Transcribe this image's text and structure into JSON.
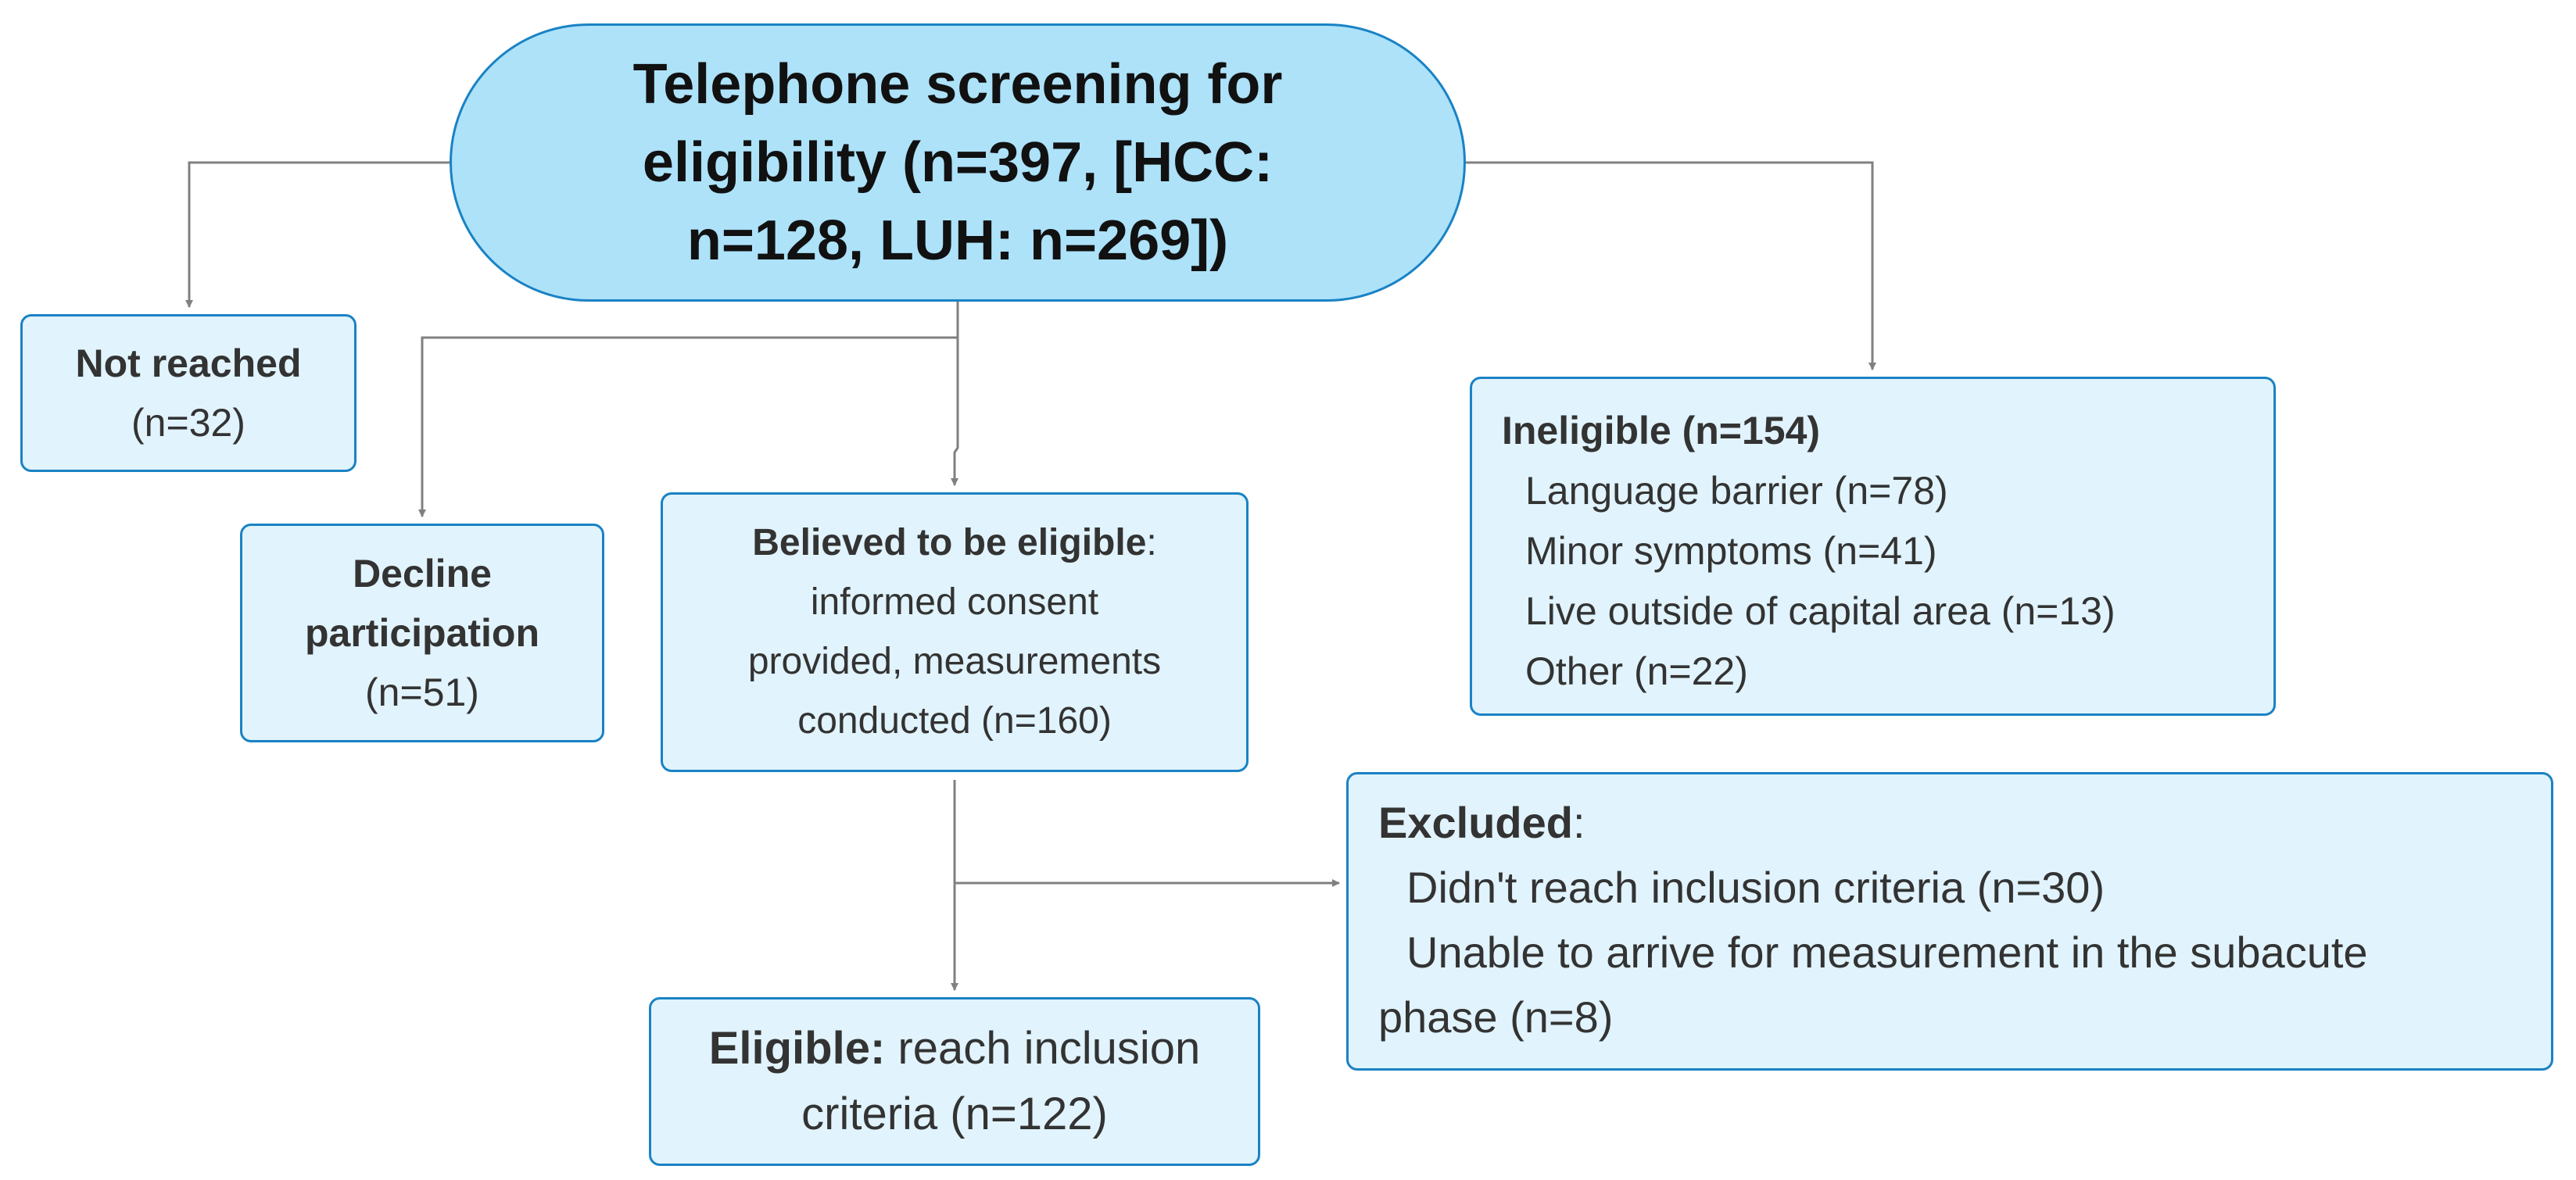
{
  "screening": {
    "line1": "Telephone screening for",
    "line2": "eligibility (n=397, [HCC:",
    "line3": "n=128, LUH: n=269])"
  },
  "not_reached": {
    "title": "Not reached",
    "count": "(n=32)"
  },
  "decline": {
    "title_line1": "Decline",
    "title_line2": "participation",
    "count": "(n=51)"
  },
  "believed": {
    "title": "Believed to be eligible",
    "colon": ":",
    "line2": "informed consent",
    "line3": "provided, measurements",
    "line4": "conducted (n=160)"
  },
  "ineligible": {
    "title": "Ineligible (n=154)",
    "items": [
      "Language barrier (n=78)",
      "Minor symptoms (n=41)",
      "Live outside of capital area (n=13)",
      "Other (n=22)"
    ]
  },
  "excluded": {
    "title": "Excluded",
    "colon": ":",
    "item1": "Didn't reach inclusion criteria (n=30)",
    "item2_line1": "Unable to arrive for measurement in the subacute",
    "item2_line2": "phase (n=8)"
  },
  "eligible": {
    "title": "Eligible:",
    "line1_rest": " reach inclusion",
    "line2": "criteria (n=122)"
  },
  "colors": {
    "box_fill": "#e1f3fc",
    "top_fill": "#ade2f9",
    "border": "#1a82c4",
    "connector": "#808080"
  }
}
